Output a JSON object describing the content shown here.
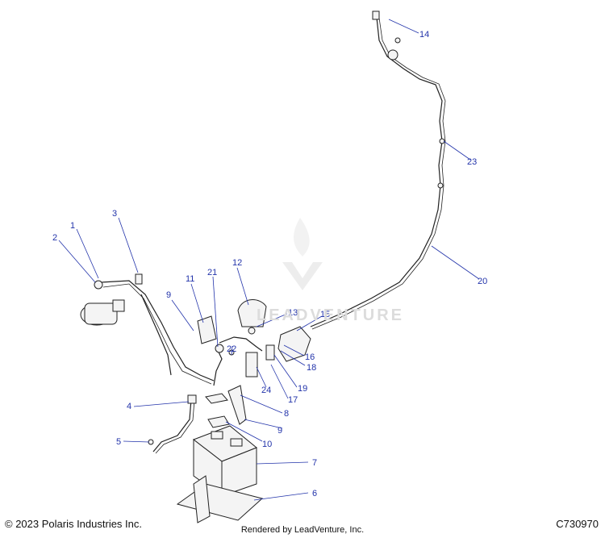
{
  "callouts": [
    "1",
    "2",
    "3",
    "4",
    "5",
    "6",
    "7",
    "8",
    "9",
    "9",
    "10",
    "11",
    "12",
    "13",
    "14",
    "15",
    "16",
    "17",
    "18",
    "19",
    "20",
    "21",
    "22",
    "23",
    "24"
  ],
  "footer": {
    "copyright": "© 2023 Polaris Industries Inc.",
    "rendered_by": "Rendered by LeadVenture, Inc.",
    "code": "C730970"
  },
  "watermark": "LEADVENTURE",
  "colors": {
    "callout": "#2233aa",
    "line": "#222222"
  }
}
